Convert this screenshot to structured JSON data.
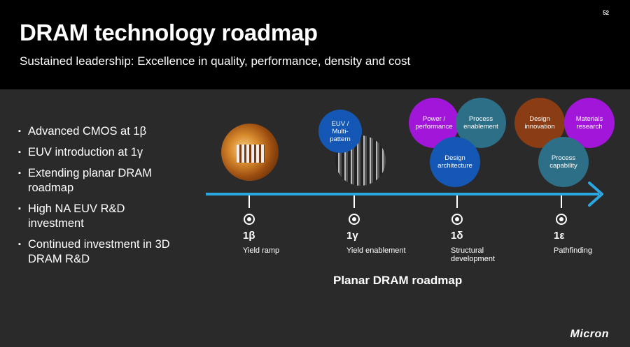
{
  "slide": {
    "page_number": "52",
    "title": "DRAM technology roadmap",
    "subtitle": "Sustained leadership: Excellence in quality, performance, density and cost"
  },
  "bullets": [
    "Advanced CMOS at 1β",
    "EUV introduction at 1γ",
    "Extending planar DRAM roadmap",
    "High NA EUV R&D investment",
    "Continued investment in 3D DRAM R&D"
  ],
  "circles": {
    "euv": "EUV / Multi-pattern",
    "power": "Power / performance",
    "process_enablement": "Process enablement",
    "design_architecture": "Design architecture",
    "design_innovation": "Design innovation",
    "materials_research": "Materials research",
    "process_capability": "Process capability"
  },
  "stages": [
    {
      "name": "1β",
      "desc": "Yield ramp"
    },
    {
      "name": "1γ",
      "desc": "Yield enablement"
    },
    {
      "name": "1δ",
      "desc": "Structural development"
    },
    {
      "name": "1ε",
      "desc": "Pathfinding"
    }
  ],
  "footer": {
    "roadmap_label": "Planar DRAM roadmap",
    "logo": "Micron"
  },
  "colors": {
    "accent_blue": "#2aa6e0",
    "purple": "#a116d8",
    "teal": "#2d6f86",
    "blue": "#1457b5",
    "brown": "#8a3d14"
  }
}
